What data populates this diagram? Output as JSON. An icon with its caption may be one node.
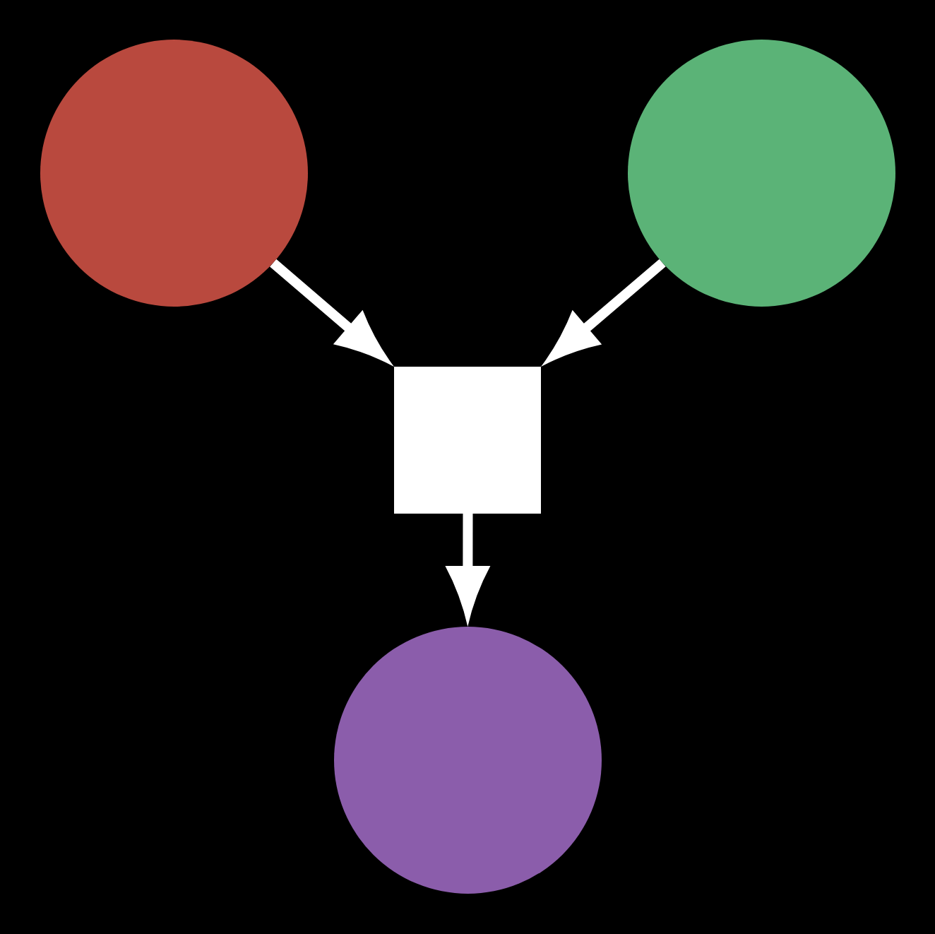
{
  "diagram": {
    "nodes": [
      {
        "text": [],
        "shape": "circle"
      },
      {
        "text": [],
        "shape": "circle"
      },
      {
        "text": [],
        "shape": "box"
      },
      {
        "text": [],
        "shape": "circle"
      }
    ],
    "edges": [
      {
        "from": 0,
        "to": 2,
        "arrow": "to"
      },
      {
        "from": 1,
        "to": 2,
        "arrow": "to"
      },
      {
        "from": 2,
        "to": 3,
        "arrow": "to"
      }
    ]
  }
}
